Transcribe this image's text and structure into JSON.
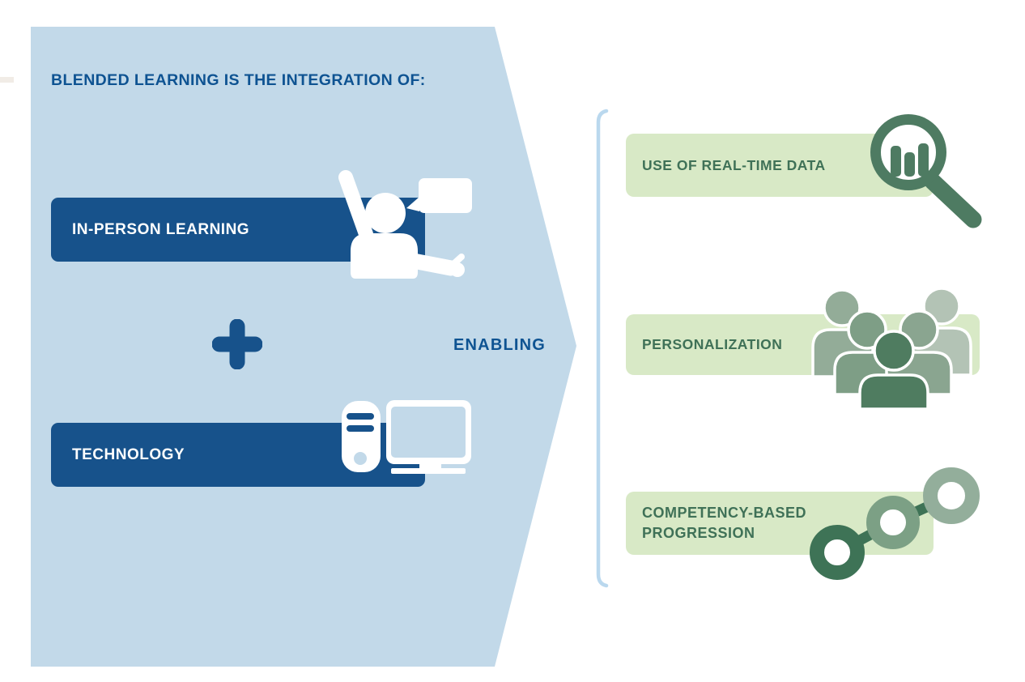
{
  "colors": {
    "white": "#ffffff",
    "arrow-blue": "#c2d9e9",
    "dark-blue": "#17528b",
    "heading-blue": "#0e5392",
    "box-green": "#d8e9c6",
    "text-green": "#3f7157",
    "icon-green": "#4e7b62",
    "ring-dark": "#3e7356",
    "ring-mid": "#7ca085",
    "ring-light": "#93ae9b",
    "person-back-left": "#93ac98",
    "person-back-right": "#b3c3b5",
    "person-mid-left": "#7e9e86",
    "person-mid-right": "#8aa590",
    "person-front": "#4f7c60",
    "line-blue": "#bad8ee",
    "stray-gray": "#f1ece6"
  },
  "left_panel": {
    "title": "BLENDED LEARNING IS THE INTEGRATION OF:",
    "items": [
      {
        "label": "IN-PERSON LEARNING",
        "icon": "person-raising-hand-icon"
      },
      {
        "label": "TECHNOLOGY",
        "icon": "desktop-computer-icon"
      }
    ],
    "operator_symbol": "+",
    "operator_icon": "plus-icon",
    "arrow_label": "ENABLING"
  },
  "right_panel": {
    "items": [
      {
        "label": "USE OF REAL-TIME DATA",
        "icon": "magnifier-bar-chart-icon"
      },
      {
        "label": "PERSONALIZATION",
        "icon": "people-group-icon"
      },
      {
        "label": "COMPETENCY-BASED PROGRESSION",
        "icon": "linked-rings-progression-icon"
      }
    ]
  }
}
